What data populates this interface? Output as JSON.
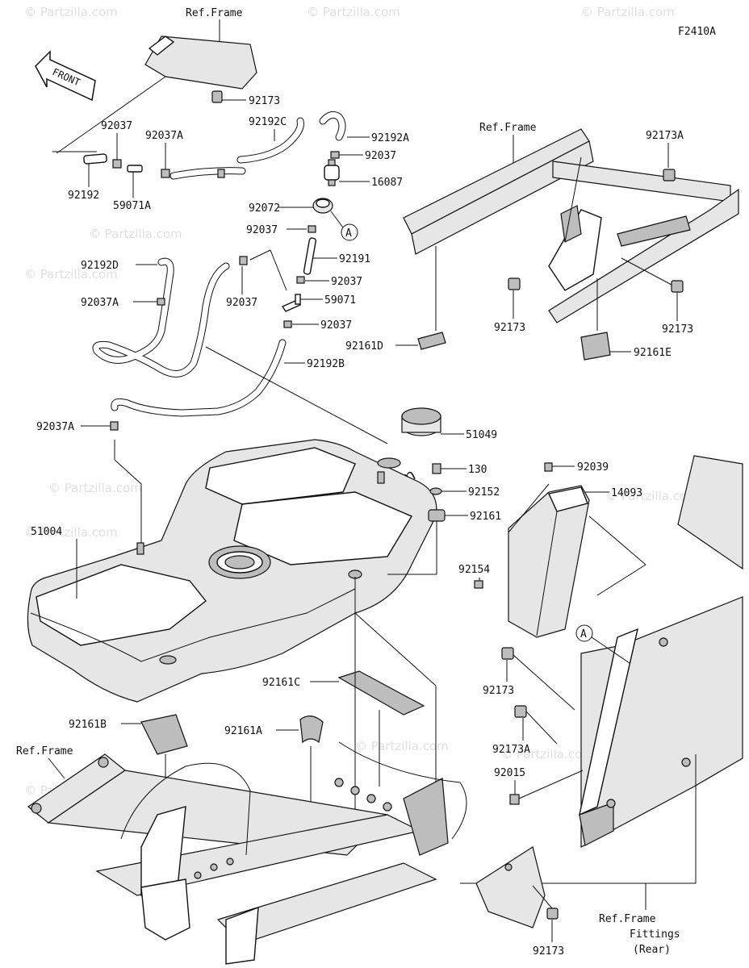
{
  "figure_code": "F2410A",
  "front_label": "FRONT",
  "watermark_text": "© Partzilla.com",
  "ref_frame_label": "Ref.Frame",
  "ref_frame_fittings": [
    "Ref.Frame",
    "Fittings",
    "(Rear)"
  ],
  "callout_a": "A",
  "parts": {
    "p92173_top": "92173",
    "p92037_a": "92037",
    "p92037A_a": "92037A",
    "p92192C": "92192C",
    "p92192A": "92192A",
    "p92037_b": "92037",
    "p16087": "16087",
    "p92192": "92192",
    "p59071A": "59071A",
    "p92072": "92072",
    "p92037_c": "92037",
    "p92191": "92191",
    "p92192D": "92192D",
    "p92037_d": "92037",
    "p92037A_b": "92037A",
    "p92037_e": "92037",
    "p59071": "59071",
    "p92037_f": "92037",
    "p92192B": "92192B",
    "p92037A_c": "92037A",
    "p51049": "51049",
    "p130": "130",
    "p92152": "92152",
    "p92161": "92161",
    "p51004": "51004",
    "p92154": "92154",
    "p92039": "92039",
    "p14093": "14093",
    "p92173A_top": "92173A",
    "p92173_r1": "92173",
    "p92173_r2": "92173",
    "p92161D": "92161D",
    "p92161E": "92161E",
    "p92173_m": "92173",
    "p92173A_m": "92173A",
    "p92015": "92015",
    "p92161C": "92161C",
    "p92161B": "92161B",
    "p92161A": "92161A",
    "p92173_bot": "92173"
  }
}
